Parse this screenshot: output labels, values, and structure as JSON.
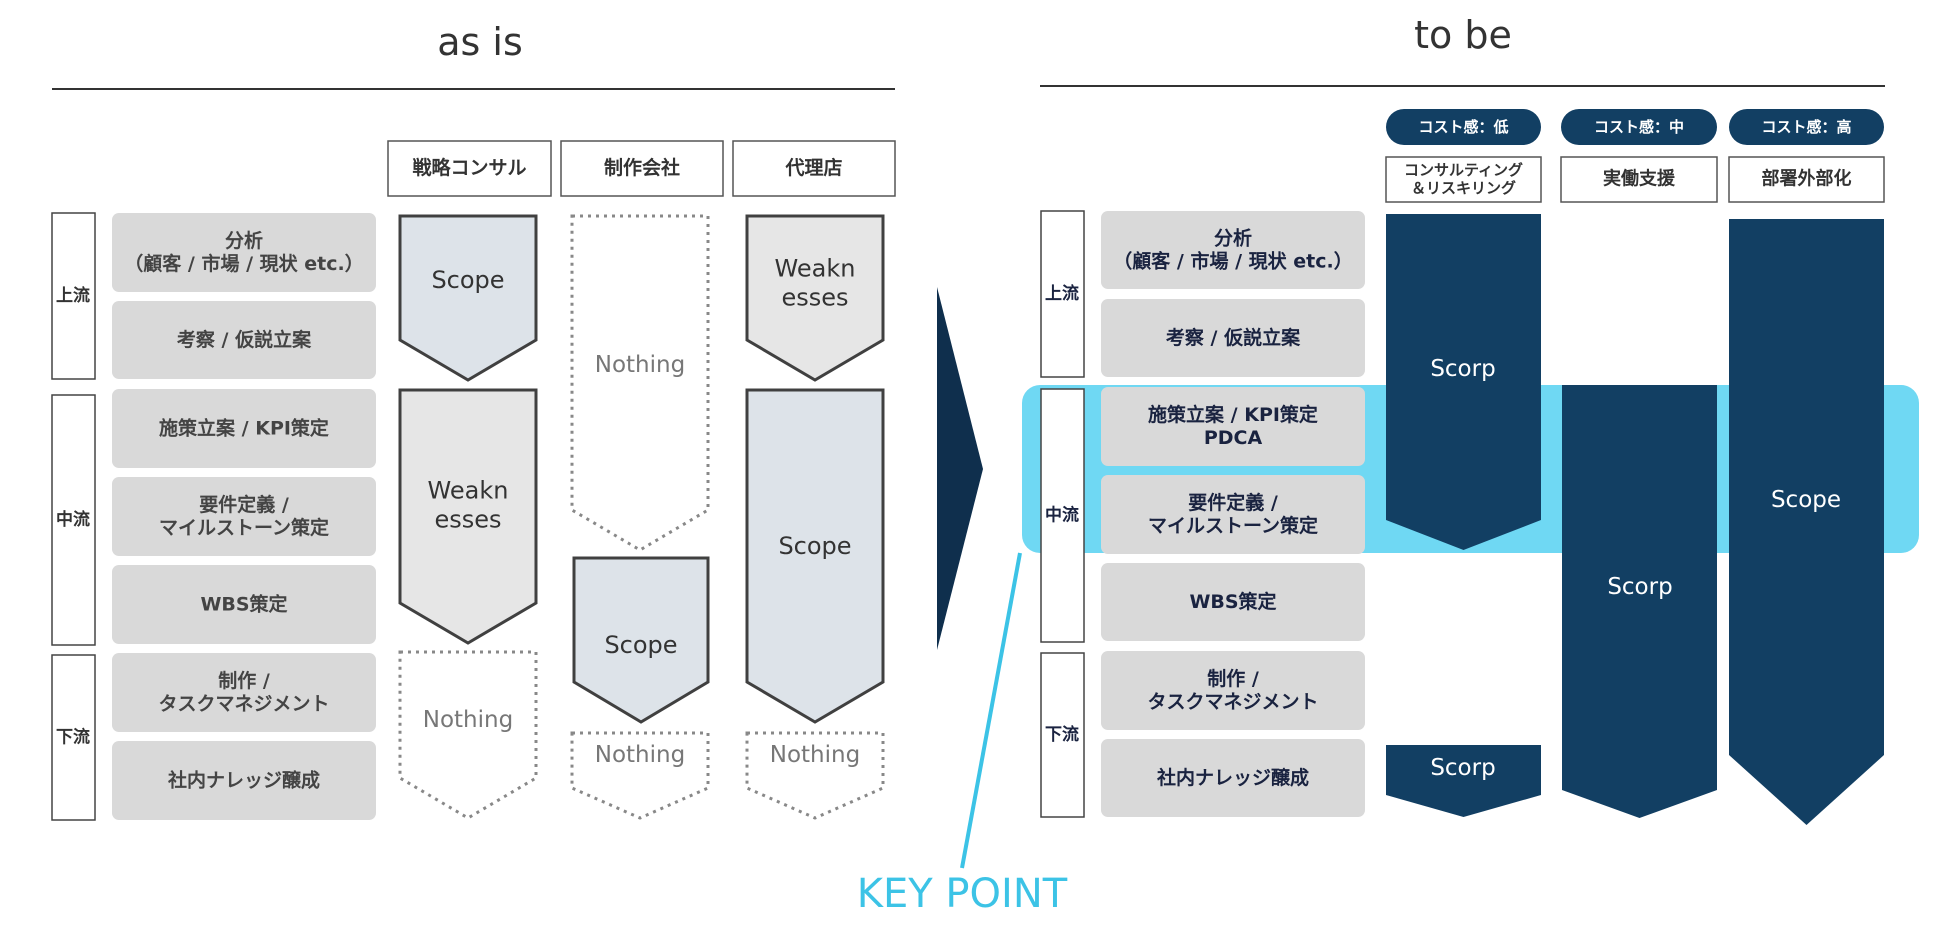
{
  "as_is": {
    "title": "as is",
    "columns": [
      "戦略コンサル",
      "制作会社",
      "代理店"
    ],
    "phases": [
      "上流",
      "中流",
      "下流"
    ],
    "tasks": [
      [
        "分析",
        "（顧客 / 市場 / 現状 etc.）"
      ],
      [
        "考察 / 仮説立案"
      ],
      [
        "施策立案 / KPI策定"
      ],
      [
        "要件定義 /",
        "マイルストーン策定"
      ],
      [
        "WBS策定"
      ],
      [
        "制作 /",
        "タスクマネジメント"
      ],
      [
        "社内ナレッジ醸成"
      ]
    ],
    "arrows": {
      "col1": [
        [
          "Scope"
        ],
        [
          "Weakn",
          "esses"
        ],
        [
          "Nothing"
        ]
      ],
      "col2": [
        [
          "Nothing"
        ],
        [
          "Scope"
        ],
        [
          "Nothing"
        ]
      ],
      "col3": [
        [
          "Weakn",
          "esses"
        ],
        [
          "Scope"
        ],
        [
          "Nothing"
        ]
      ]
    }
  },
  "to_be": {
    "title": "to be",
    "cost_badges": [
      "コスト感：低",
      "コスト感：中",
      "コスト感：高"
    ],
    "columns": [
      [
        "コンサルティング",
        "＆リスキリング"
      ],
      [
        "実働支援"
      ],
      [
        "部署外部化"
      ]
    ],
    "phases": [
      "上流",
      "中流",
      "下流"
    ],
    "tasks": [
      [
        "分析",
        "（顧客 / 市場 / 現状 etc.）"
      ],
      [
        "考察 / 仮説立案"
      ],
      [
        "施策立案 / KPI策定",
        "PDCA"
      ],
      [
        "要件定義 /",
        "マイルストーン策定"
      ],
      [
        "WBS策定"
      ],
      [
        "制作 /",
        "タスクマネジメント"
      ],
      [
        "社内ナレッジ醸成"
      ]
    ],
    "bars": {
      "col1_top": "Scorp",
      "col1_bottom": "Scorp",
      "col2": "Scorp",
      "col3": "Scope"
    }
  },
  "key_point": "KEY POINT",
  "colors": {
    "navy": "#123f63",
    "cyan": "#6fd8f3",
    "key_text": "#3cc3e6",
    "grey_box": "#d9d9d9",
    "scope_fill": "#dde3e9",
    "weak_fill": "#e6e6e6"
  }
}
